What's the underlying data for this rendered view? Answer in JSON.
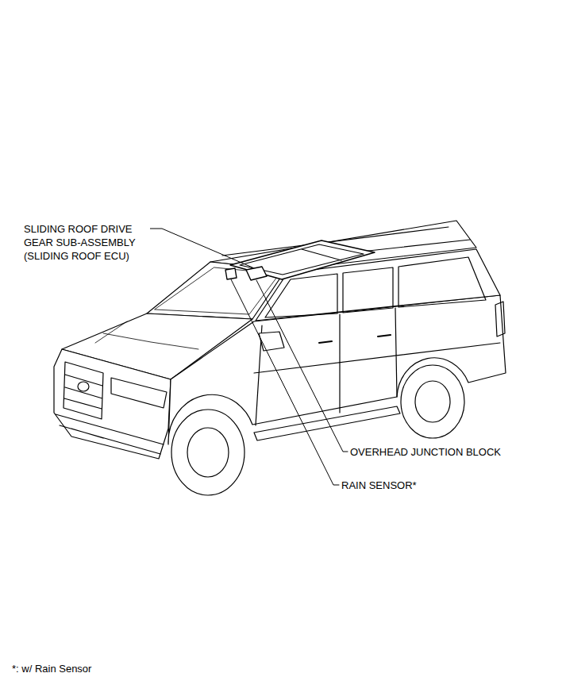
{
  "diagram": {
    "labels": [
      "SLIDING ROOF DRIVE GEAR SUB-ASSEMBLY (SLIDING ROOF ECU)",
      "OVERHEAD JUNCTION BLOCK",
      "RAIN SENSOR*",
      "*: w/ Rain Sensor"
    ]
  }
}
